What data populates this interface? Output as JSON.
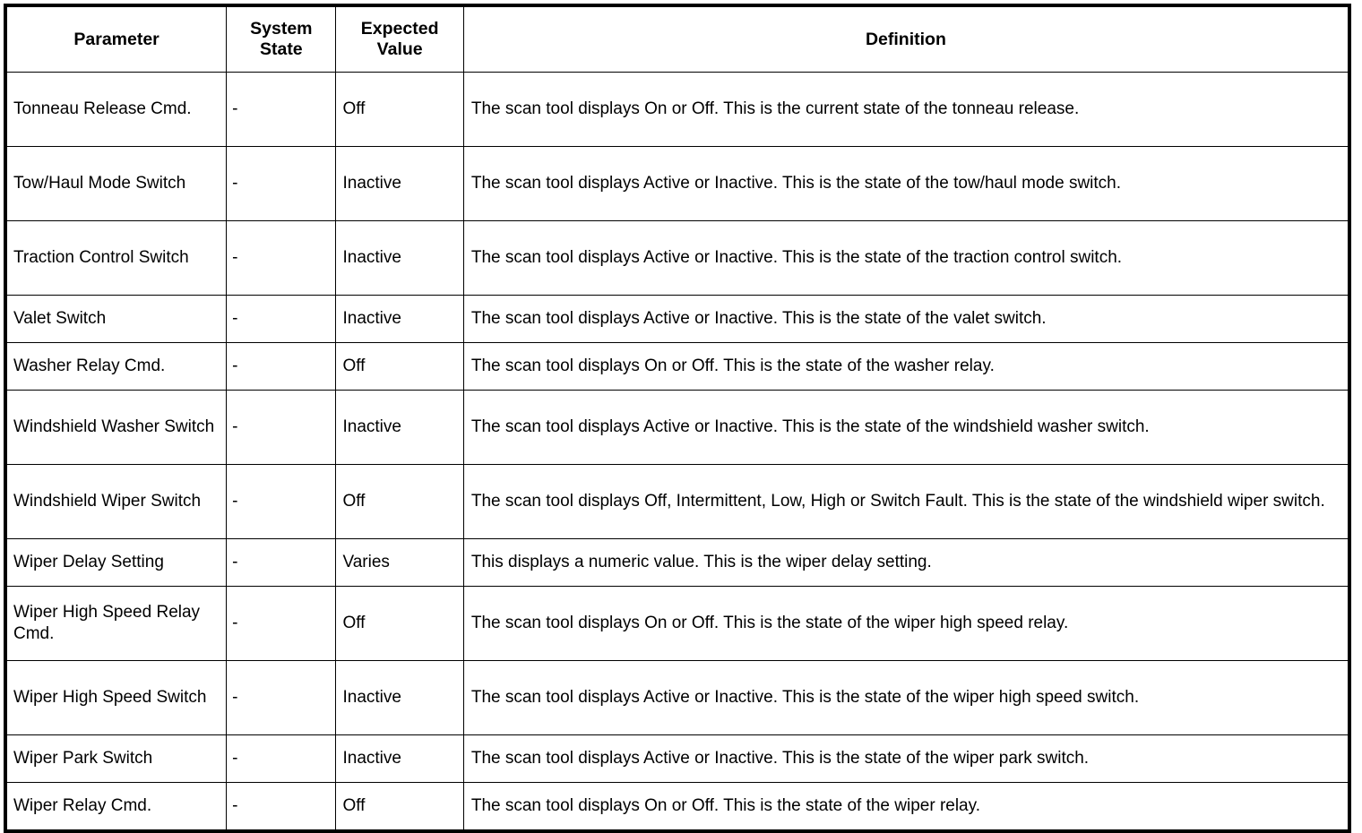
{
  "table": {
    "columns": [
      {
        "key": "parameter",
        "label": "Parameter"
      },
      {
        "key": "system_state",
        "label": "System\nState"
      },
      {
        "key": "expected_value",
        "label": "Expected\nValue"
      },
      {
        "key": "definition",
        "label": "Definition"
      }
    ],
    "headers": {
      "parameter": "Parameter",
      "system_state_line1": "System",
      "system_state_line2": "State",
      "expected_value_line1": "Expected",
      "expected_value_line2": "Value",
      "definition": "Definition"
    },
    "rows": [
      {
        "parameter": "Tonneau Release Cmd.",
        "system_state": "-",
        "expected_value": "Off",
        "definition": "The scan tool displays On or Off. This is the current state of the tonneau release."
      },
      {
        "parameter": "Tow/Haul Mode Switch",
        "system_state": "-",
        "expected_value": "Inactive",
        "definition": "The scan tool displays Active or Inactive. This is the state of the tow/haul mode switch."
      },
      {
        "parameter": "Traction Control Switch",
        "system_state": "-",
        "expected_value": "Inactive",
        "definition": "The scan tool displays Active or Inactive. This is the state of the traction control switch."
      },
      {
        "parameter": "Valet Switch",
        "system_state": "-",
        "expected_value": "Inactive",
        "definition": "The scan tool displays Active or Inactive. This is the state of the valet switch."
      },
      {
        "parameter": "Washer Relay Cmd.",
        "system_state": "-",
        "expected_value": "Off",
        "definition": "The scan tool displays On or Off. This is the state of the washer relay."
      },
      {
        "parameter": "Windshield Washer Switch",
        "system_state": "-",
        "expected_value": "Inactive",
        "definition": "The scan tool displays Active or Inactive. This is the state of the windshield washer switch."
      },
      {
        "parameter": "Windshield Wiper Switch",
        "system_state": "-",
        "expected_value": "Off",
        "definition": "The scan tool displays Off, Intermittent, Low, High or Switch Fault. This is the state of the windshield wiper switch."
      },
      {
        "parameter": "Wiper Delay Setting",
        "system_state": "-",
        "expected_value": "Varies",
        "definition": "This displays a numeric value. This is the wiper delay setting."
      },
      {
        "parameter": "Wiper High Speed Relay Cmd.",
        "system_state": "-",
        "expected_value": "Off",
        "definition": "The scan tool displays On or Off. This is the state of the wiper high speed relay."
      },
      {
        "parameter": "Wiper High Speed Switch",
        "system_state": "-",
        "expected_value": "Inactive",
        "definition": "The scan tool displays Active or Inactive. This is the state of the wiper high speed switch."
      },
      {
        "parameter": "Wiper Park Switch",
        "system_state": "-",
        "expected_value": "Inactive",
        "definition": "The scan tool displays Active or Inactive. This is the state of the wiper park switch."
      },
      {
        "parameter": "Wiper Relay Cmd.",
        "system_state": "-",
        "expected_value": "Off",
        "definition": "The scan tool displays On or Off. This is the state of the wiper relay."
      }
    ],
    "row_heights": [
      "h2",
      "h2",
      "h2",
      "h1",
      "h1",
      "h2",
      "h2",
      "h1",
      "h2",
      "h2",
      "h1",
      "h1"
    ]
  },
  "colors": {
    "border": "#000000",
    "background": "#ffffff",
    "text": "#000000"
  }
}
